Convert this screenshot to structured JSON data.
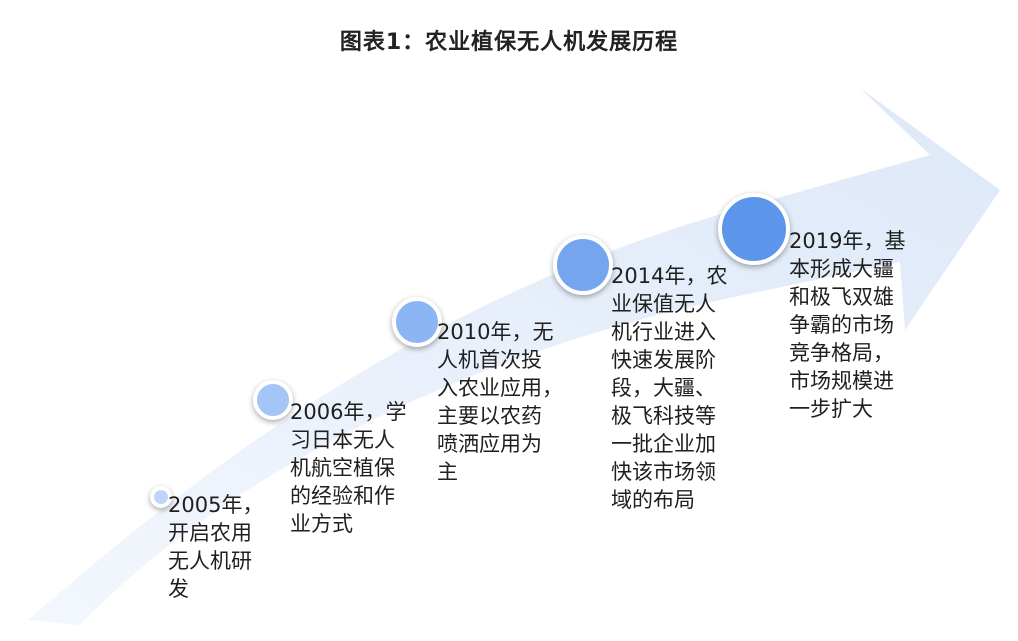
{
  "title": "图表1：农业植保无人机发展历程",
  "colors": {
    "arrow_light": "#f3f7fd",
    "arrow_mid": "#dde8f8",
    "dot_light": "#bcd6fb",
    "dot_dark": "#5c95ea"
  },
  "milestones": [
    {
      "year": "2005",
      "text": "2005年，\n开启农用\n无人机研\n发"
    },
    {
      "year": "2006",
      "text": "2006年，学\n习日本无人\n机航空植保\n的经验和作\n业方式"
    },
    {
      "year": "2010",
      "text": "2010年，无\n人机首次投\n入农业应用，\n主要以农药\n喷洒应用为\n主"
    },
    {
      "year": "2014",
      "text": "2014年，农\n业保值无人\n机行业进入\n快速发展阶\n段，大疆、\n极飞科技等\n一批企业加\n快该市场领\n域的布局"
    },
    {
      "year": "2019",
      "text": "2019年，基\n本形成大疆\n和极飞双雄\n争霸的市场\n竞争格局，\n市场规模进\n一步扩大"
    }
  ]
}
